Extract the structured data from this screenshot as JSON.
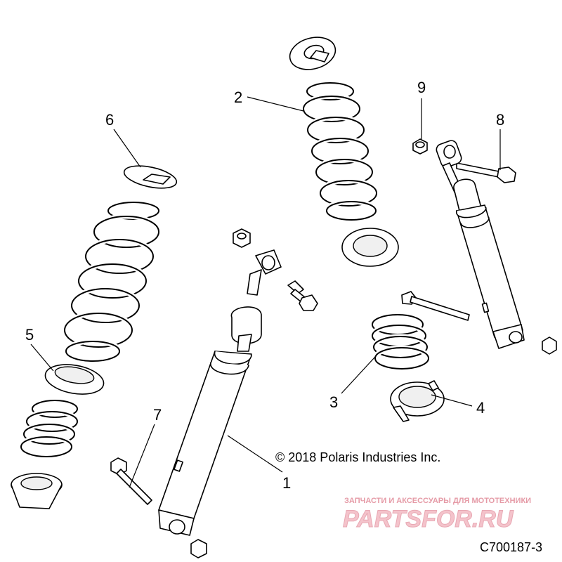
{
  "callouts": {
    "c1": "1",
    "c2": "2",
    "c3": "3",
    "c4": "4",
    "c5": "5",
    "c6": "6",
    "c7": "7",
    "c8": "8",
    "c9": "9"
  },
  "copyright": "© 2018 Polaris Industries Inc.",
  "figure_id": "C700187-3",
  "watermark": {
    "tagline": "ЗАПЧАСТИ И АКСЕССУАРЫ ДЛЯ МОТОТЕХНИКИ",
    "logo": "PARTSFOR.RU"
  }
}
